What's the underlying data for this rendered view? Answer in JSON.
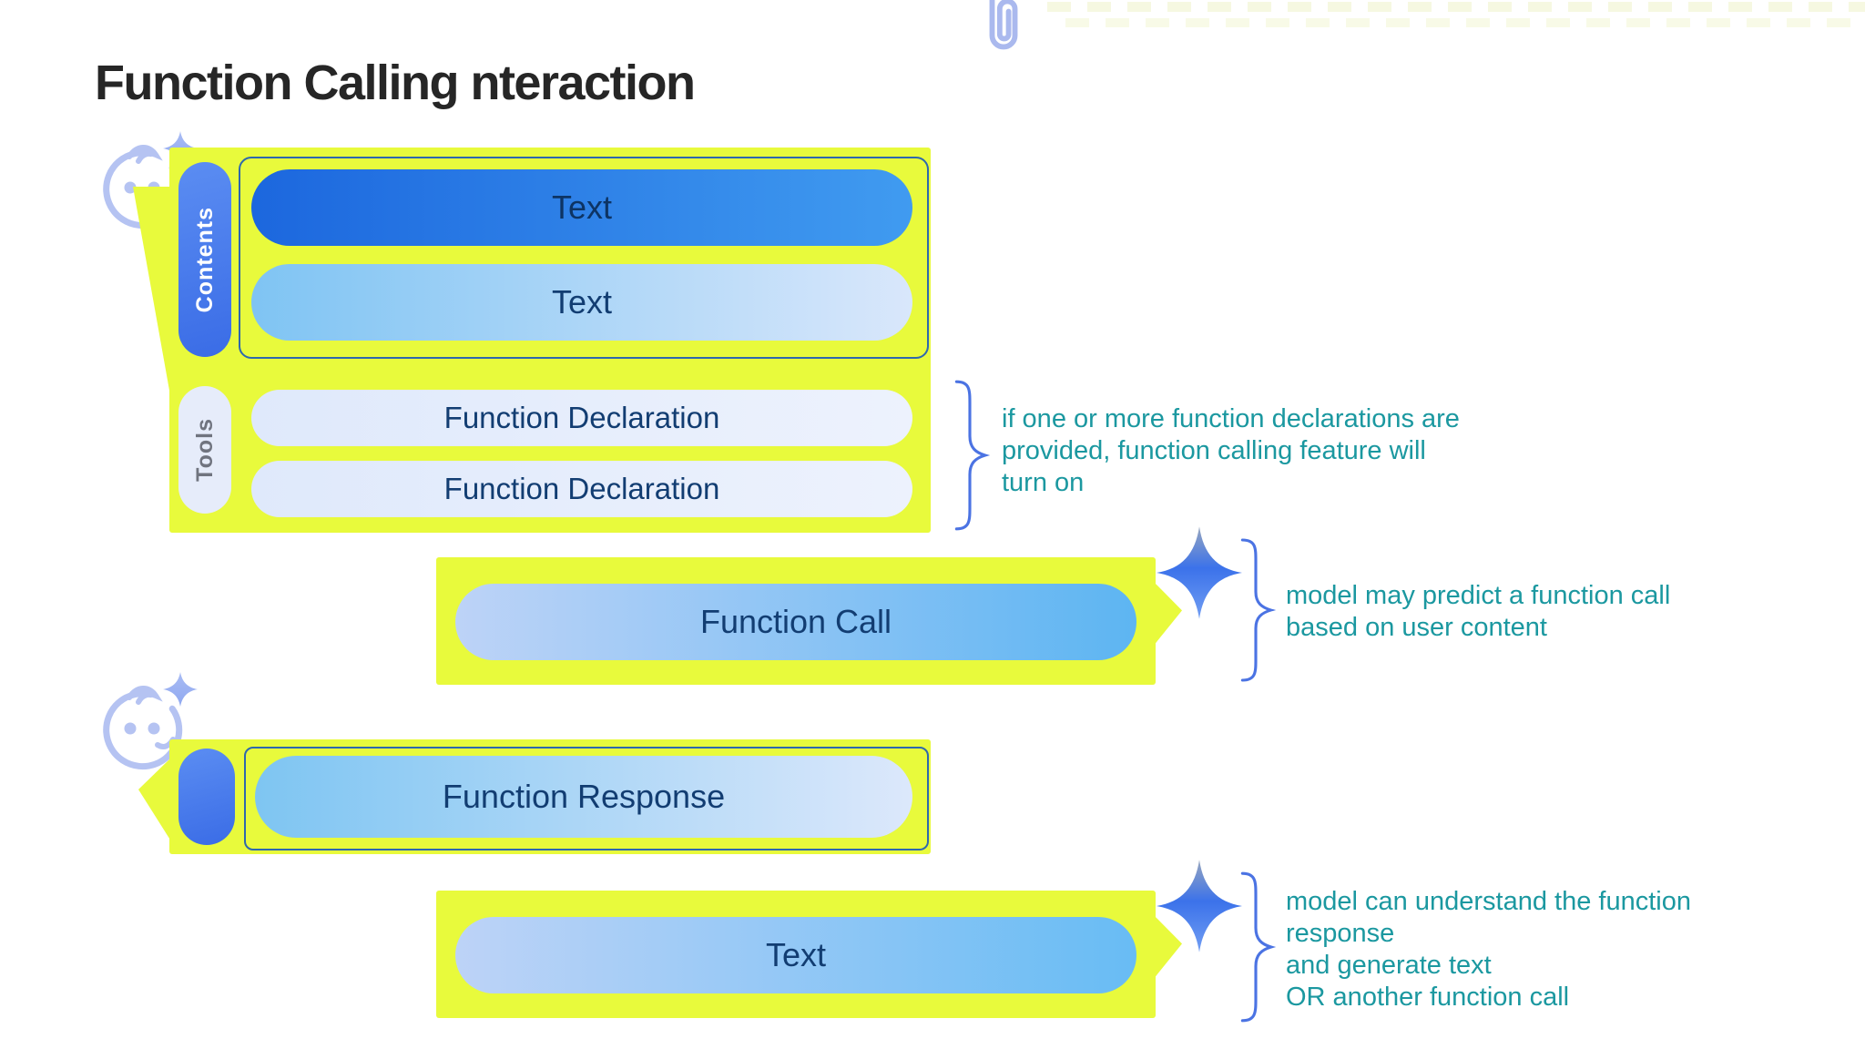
{
  "title": "Function Calling nteraction",
  "user_request": {
    "contents_label": "Contents",
    "text_pills": [
      "Text",
      "Text"
    ],
    "tools_label": "Tools",
    "function_declarations": [
      "Function Declaration",
      "Function Declaration"
    ],
    "annotation": [
      "if one or more function declarations are",
      "provided, function calling feature will",
      "turn on"
    ]
  },
  "function_call": {
    "label": "Function Call",
    "annotation": [
      "model may predict a function call",
      "based on user content"
    ]
  },
  "function_response": {
    "label": "Function Response"
  },
  "model_text": {
    "label": "Text",
    "annotation": [
      "model can understand the function",
      "response",
      "and generate text",
      "OR another function call"
    ]
  },
  "icons": {
    "user": "smiling-face-with-sparkle",
    "model": "gemini-sparkle",
    "attachment": "paperclip"
  },
  "colors": {
    "bubble_yellow": "#e8fa3c",
    "annotation_teal": "#1b98a0",
    "brace_blue": "#4b73e3",
    "label_navy": "#123d72",
    "royal_pill_start": "#1c67de",
    "royal_pill_end": "#409bf0",
    "sky_pill_start": "#7fc4f3",
    "sky_pill_end": "#d9e7fb",
    "role_pill_blue": "#4a7df0",
    "user_icon_periwinkle": "#b5c3f2",
    "container_border": "#2e68ad",
    "title_text": "#262626"
  }
}
